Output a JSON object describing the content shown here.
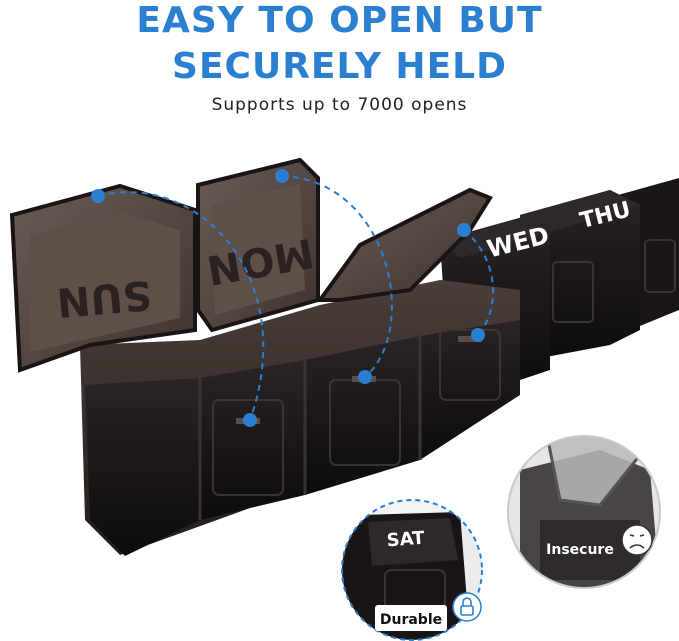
{
  "headline": {
    "line1": "EASY TO OPEN BUT",
    "line2": "SECURELY HELD",
    "subtitle": "Supports up to 7000 opens"
  },
  "lid_labels": {
    "sun": "SUN",
    "mon": "MON",
    "wed": "WED",
    "thu": "THU",
    "sat": "SAT"
  },
  "callouts": {
    "durable": "Durable",
    "insecure": "Insecure"
  },
  "colors": {
    "accent": "#2b7fd0",
    "case": "#161212",
    "lid_tint": "#5a4a44"
  },
  "icons": [
    "lock-icon",
    "sad-face-icon"
  ]
}
